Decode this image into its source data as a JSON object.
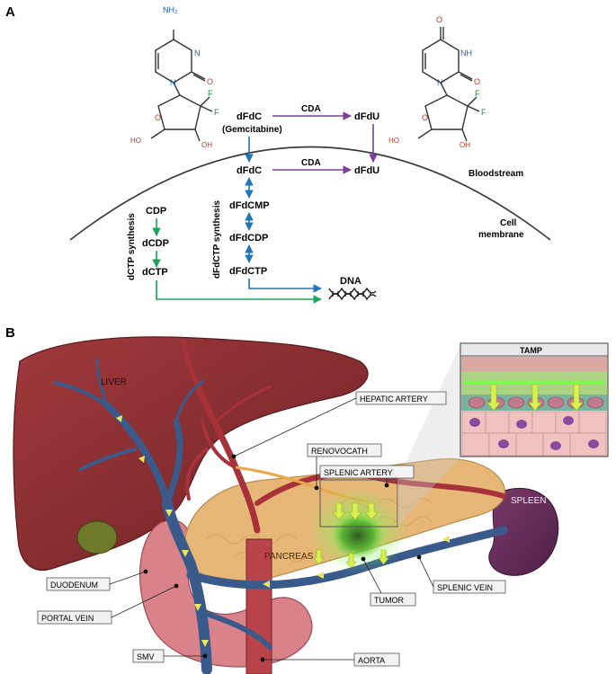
{
  "panel_a": {
    "label": "A",
    "nh2": "NH₂",
    "n": "N",
    "o": "O",
    "f": "F",
    "ho": "HO",
    "oh": "OH",
    "nh": "NH",
    "dfdc_top": "dFdC",
    "gemcitabine": "(Gemcitabine)",
    "cda_top": "CDA",
    "dfdu_top": "dFdU",
    "dfdc_mid": "dFdC",
    "cda_mid": "CDA",
    "dfdu_mid": "dFdU",
    "bloodstream": "Bloodstream",
    "cell": "Cell",
    "membrane": "membrane",
    "cdp": "CDP",
    "dcdp": "dCDP",
    "dctp": "dCTP",
    "dctp_synthesis": "dCTP synthesis",
    "dfdctp_synthesis": "dFdCTP synthesis",
    "dfdcmp": "dFdCMP",
    "dfdcdp": "dFdCDP",
    "dfdctp": "dFdCTP",
    "dna": "DNA"
  },
  "panel_b": {
    "label": "B",
    "liver": "LIVER",
    "hepatic_artery": "HEPATIC ARTERY",
    "renovocath": "RENOVOCATH",
    "splenic_artery": "SPLENIC ARTERY",
    "spleen": "SPLEEN",
    "pancreas": "PANCREAS",
    "duodenum": "DUODENUM",
    "portal_vein": "PORTAL VEIN",
    "tumor": "TUMOR",
    "splenic_vein": "SPLENIC VEIN",
    "smv": "SMV",
    "aorta": "AORTA",
    "tamp": "TAMP"
  },
  "colors": {
    "purple_arrow": "#7a3f9a",
    "blue_arrow": "#1f77b8",
    "green_arrow": "#1aa55a",
    "liver": "#8e2f32",
    "pancreas": "#e6b777",
    "vein": "#3a5a8c",
    "artery": "#a8323a",
    "tamp_glow": "#6fd13a"
  }
}
